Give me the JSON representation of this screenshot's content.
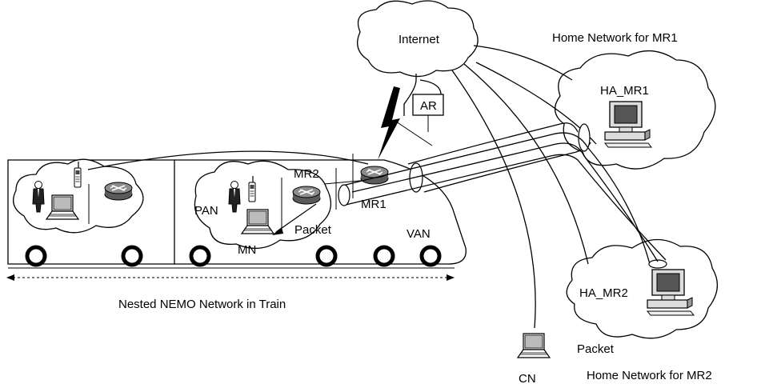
{
  "labels": {
    "internet": "Internet",
    "home_network_mr1": "Home Network for MR1",
    "ha_mr1": "HA_MR1",
    "ar": "AR",
    "mr2": "MR2",
    "mr1": "MR1",
    "pan": "PAN",
    "packet_train": "Packet",
    "mn": "MN",
    "van": "VAN",
    "nested_nemo": "Nested NEMO Network in Train",
    "ha_mr2": "HA_MR2",
    "packet_cn": "Packet",
    "cn": "CN",
    "home_network_mr2": "Home Network for MR2"
  },
  "icons": [
    "router-icon",
    "computer-icon",
    "laptop-icon",
    "person-icon",
    "mobile-phone-icon",
    "lightning-icon",
    "wheel-icon",
    "cloud-icon",
    "tunnel-icon"
  ]
}
